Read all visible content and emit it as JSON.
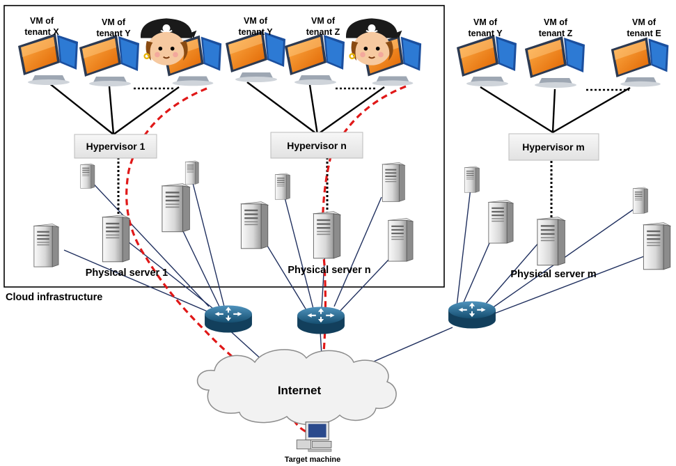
{
  "cloud_infrastructure": "Cloud  infrastructure",
  "internet": "Internet",
  "target_machine": "Target machine",
  "hypervisors": {
    "h1": "Hypervisor 1",
    "hn": "Hypervisor n",
    "hm": "Hypervisor m"
  },
  "physical_servers": {
    "s1": "Physical server 1",
    "sn": "Physical server n",
    "sm": "Physical server m"
  },
  "vms": {
    "g1": [
      [
        "VM of",
        "tenant X"
      ],
      [
        "VM of",
        "tenant Y"
      ]
    ],
    "g2": [
      [
        "VM of",
        "tenant Y"
      ],
      [
        "VM of",
        "tenant Z"
      ]
    ],
    "g3": [
      [
        "VM of",
        "tenant Y"
      ],
      [
        "VM of",
        "tenant Z"
      ],
      [
        "VM of",
        "tenant E"
      ]
    ]
  },
  "colors": {
    "attack_path": "#e01818",
    "link": "#1f2f5e",
    "hypervisor_box": "#eeeeee",
    "router": "#1d6a92",
    "cloud_fill": "#f2f2f2",
    "monitor_screen": "#f07a12"
  }
}
